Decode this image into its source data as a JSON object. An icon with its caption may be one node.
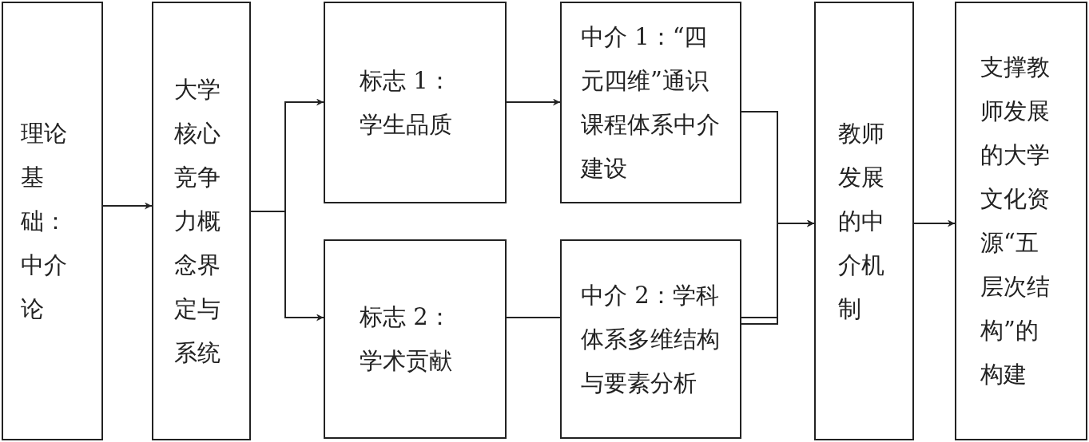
{
  "diagram": {
    "nodes": [
      {
        "text": [
          "理论基础：中介论"
        ]
      },
      {
        "text": [
          "大学核心竞争力概念界定与系统"
        ]
      },
      {
        "text": [
          "标志 1：学生品质"
        ]
      },
      {
        "text": [
          "标志 2：学术贡献"
        ]
      },
      {
        "text": [
          "中介 1：“四元四维”通识课程体系中介建设"
        ]
      },
      {
        "text": [
          "中介 2：学科体系多维结构与要素分析"
        ]
      },
      {
        "text": [
          "教师发展的中介机制"
        ]
      },
      {
        "text": [
          "支撑教师发展的大学文化资源“五层次结构”的构建"
        ]
      }
    ],
    "edges": [
      {
        "from": 0,
        "to": 1,
        "arrow": "to"
      },
      {
        "from": 1,
        "to": 2,
        "arrow": "to"
      },
      {
        "from": 1,
        "to": 3,
        "arrow": "to"
      },
      {
        "from": 2,
        "to": 4,
        "arrow": "to"
      },
      {
        "from": 3,
        "to": 5,
        "arrow": "to"
      },
      {
        "from": 4,
        "to": 6,
        "arrow": "to"
      },
      {
        "from": 5,
        "to": 6,
        "arrow": "to"
      },
      {
        "from": 6,
        "to": 7,
        "arrow": "to"
      }
    ]
  }
}
